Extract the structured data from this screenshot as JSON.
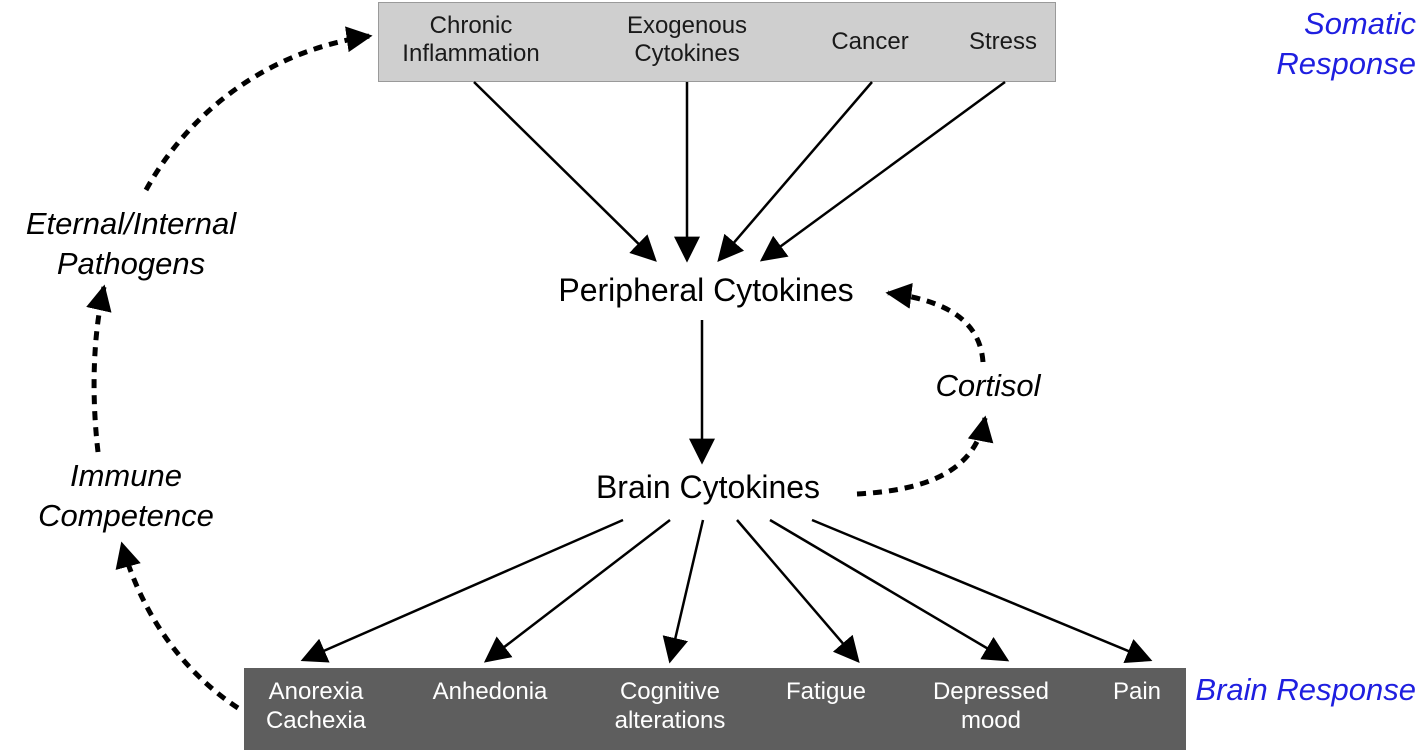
{
  "somatic_label": "Somatic\nResponse",
  "brain_label": "Brain\nResponse",
  "sources": [
    {
      "label": "Chronic\nInflammation"
    },
    {
      "label": "Exogenous\nCytokines"
    },
    {
      "label": "Cancer"
    },
    {
      "label": "Stress"
    }
  ],
  "peripheral": "Peripheral Cytokines",
  "brain": "Brain Cytokines",
  "cortisol": "Cortisol",
  "pathogens": "Eternal/Internal\nPathogens",
  "immune": "Immune\nCompetence",
  "effects": [
    {
      "label": "Anorexia\nCachexia"
    },
    {
      "label": "Anhedonia"
    },
    {
      "label": "Cognitive\nalterations"
    },
    {
      "label": "Fatigue"
    },
    {
      "label": "Depressed\nmood"
    },
    {
      "label": "Pain"
    }
  ],
  "colors": {
    "source_box": "#cfcfcf",
    "effect_box": "#5e5e5e",
    "side_labels": "#1f1fe0",
    "arrows": "#000000"
  }
}
